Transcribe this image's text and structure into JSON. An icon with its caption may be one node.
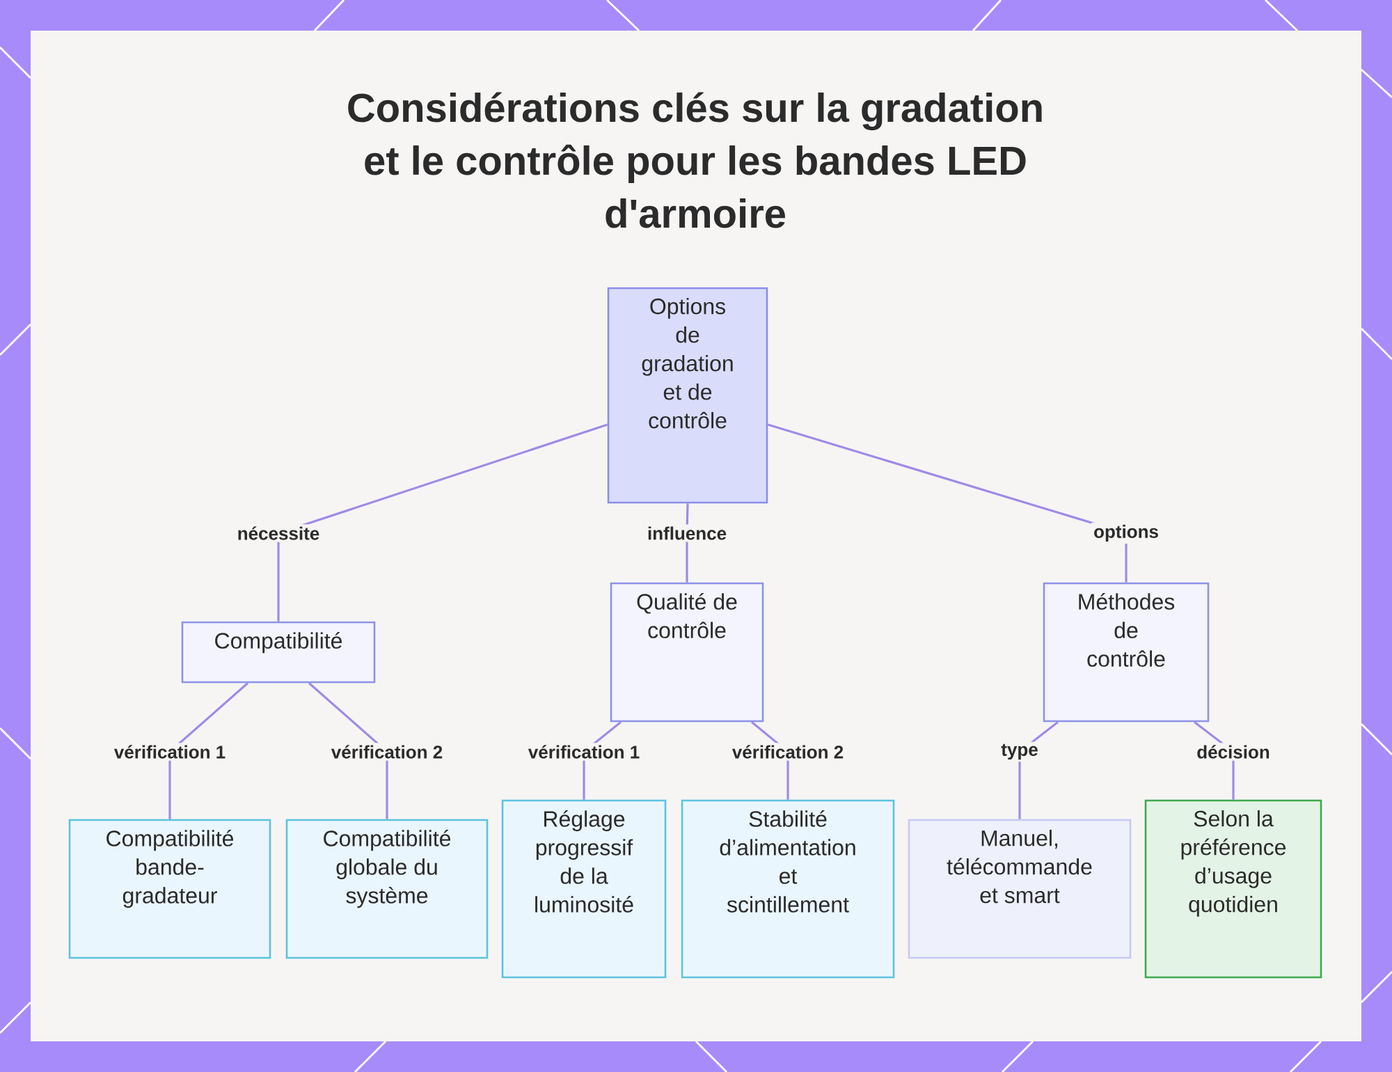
{
  "diagram": {
    "title": "Considérations clés sur la gradation et le contrôle pour les bandes LED d'armoire",
    "nodes": [
      {
        "text": [
          "Options de gradation et de contrôle"
        ]
      },
      {
        "text": [
          "Compatibilité"
        ]
      },
      {
        "text": [
          "Qualité de contrôle"
        ]
      },
      {
        "text": [
          "Méthodes de contrôle"
        ]
      },
      {
        "text": [
          "Compatibilité bande-gradateur"
        ]
      },
      {
        "text": [
          "Compatibilité globale du système"
        ]
      },
      {
        "text": [
          "Réglage progressif de la luminosité"
        ]
      },
      {
        "text": [
          "Stabilité d’alimentation et scintillement"
        ]
      },
      {
        "text": [
          "Manuel, télécommande et smart"
        ]
      },
      {
        "text": [
          "Selon la préférence d’usage quotidien"
        ]
      }
    ],
    "edges": [
      {
        "from": 0,
        "to": 1,
        "arrow": "none",
        "label": "nécessite"
      },
      {
        "from": 0,
        "to": 2,
        "arrow": "none",
        "label": "influence"
      },
      {
        "from": 0,
        "to": 3,
        "arrow": "none",
        "label": "options"
      },
      {
        "from": 1,
        "to": 4,
        "arrow": "none",
        "label": "vérification 1"
      },
      {
        "from": 1,
        "to": 5,
        "arrow": "none",
        "label": "vérification 2"
      },
      {
        "from": 2,
        "to": 6,
        "arrow": "none",
        "label": "vérification 1"
      },
      {
        "from": 2,
        "to": 7,
        "arrow": "none",
        "label": "vérification 2"
      },
      {
        "from": 3,
        "to": 8,
        "arrow": "none",
        "label": "type"
      },
      {
        "from": 3,
        "to": 9,
        "arrow": "none",
        "label": "décision"
      }
    ]
  }
}
